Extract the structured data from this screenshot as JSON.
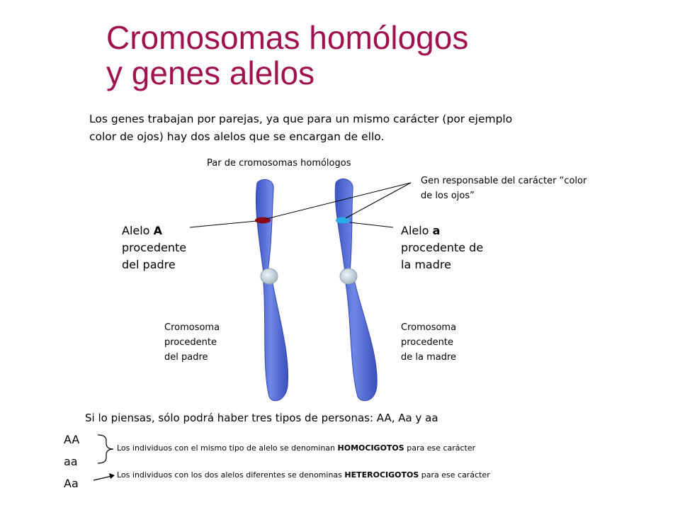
{
  "title": {
    "line1": "Cromosomas homólogos",
    "line2": "y genes alelos"
  },
  "intro": "Los genes trabajan por parejas, ya que para un mismo carácter (por ejemplo color de ojos) hay dos alelos que se encargan de ello.",
  "pair_label": "Par de cromosomas homólogos",
  "gene_label": {
    "line1": "Gen responsable del carácter “color",
    "line2": "de los ojos”"
  },
  "allele_father": {
    "prefix": "Alelo ",
    "letter": "A",
    "line2": "procedente",
    "line3": "del padre"
  },
  "allele_mother": {
    "prefix": "Alelo ",
    "letter": "a",
    "line2": "procedente de",
    "line3": "la madre"
  },
  "chrom_father": {
    "line1": "Cromosoma",
    "line2": "procedente",
    "line3": "del padre"
  },
  "chrom_mother": {
    "line1": "Cromosoma",
    "line2": "procedente",
    "line3": "de la madre"
  },
  "summary": "Si lo piensas, sólo podrá haber tres tipos de personas: AA, Aa y aa",
  "genotypes": [
    "AA",
    "aa",
    "Aa"
  ],
  "homo_def": {
    "before": "Los individuos con el mismo tipo de alelo se denominan ",
    "term": "HOMOCIGOTOS",
    "after": " para ese carácter"
  },
  "hetero_def": {
    "before": "Los individuos con los dos alelos diferentes se denominas ",
    "term": "HETEROCIGOTOS",
    "after": " para ese carácter"
  },
  "colors": {
    "title": "#a0114f",
    "chromosome": "#5a72d6",
    "chromosome_edge": "#3a52b8",
    "centromere": "#c9d6de",
    "allele_A": "#8b0a1a",
    "allele_a": "#2aaee8"
  }
}
